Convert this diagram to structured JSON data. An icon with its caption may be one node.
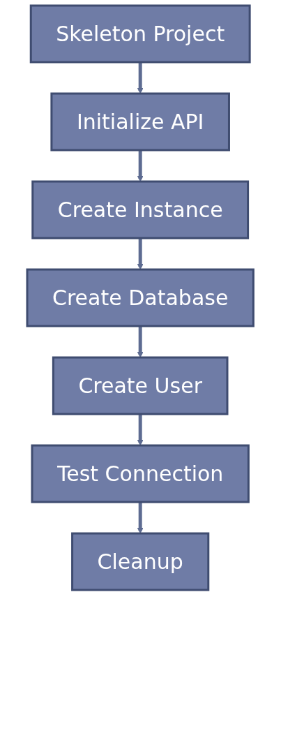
{
  "diagram": {
    "nodes": [
      {
        "text": [
          "Skeleton Project"
        ]
      },
      {
        "text": [
          "Initialize API"
        ]
      },
      {
        "text": [
          "Create Instance"
        ]
      },
      {
        "text": [
          "Create Database"
        ]
      },
      {
        "text": [
          "Create User"
        ]
      },
      {
        "text": [
          "Test Connection"
        ]
      },
      {
        "text": [
          "Cleanup"
        ]
      }
    ],
    "edges": [
      {
        "from": 0,
        "to": 1,
        "arrow": "to"
      },
      {
        "from": 1,
        "to": 2,
        "arrow": "to"
      },
      {
        "from": 2,
        "to": 3,
        "arrow": "to"
      },
      {
        "from": 3,
        "to": 4,
        "arrow": "to"
      },
      {
        "from": 4,
        "to": 5,
        "arrow": "to"
      },
      {
        "from": 5,
        "to": 6,
        "arrow": "to"
      }
    ]
  }
}
